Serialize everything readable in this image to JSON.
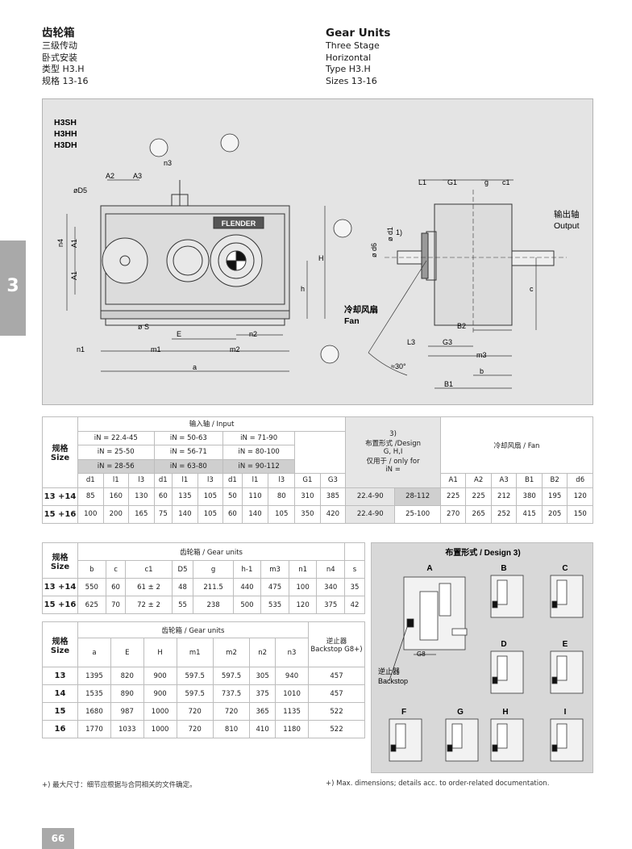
{
  "header": {
    "cn": {
      "title": "齿轮箱",
      "lines": [
        "三级传动",
        "卧式安装",
        "类型 H3.H",
        "规格 13-16"
      ]
    },
    "en": {
      "title": "Gear Units",
      "lines": [
        "Three Stage",
        "Horizontal",
        "Type H3.H",
        "Sizes 13-16"
      ]
    }
  },
  "chapter_tab": "3",
  "drawing": {
    "types": [
      "H3SH",
      "H3HH",
      "H3DH"
    ],
    "brand": "FLENDER",
    "labels": {
      "n3": "n3",
      "A2": "A2",
      "A3": "A3",
      "D5": "øD5",
      "n4": "n4",
      "A1a": "A1",
      "A1b": "A1",
      "S": "ø S",
      "E": "E",
      "n2": "n2",
      "n1": "n1",
      "m1": "m1",
      "m2": "m2",
      "a": "a",
      "H": "H",
      "h": "h",
      "L1": "L1",
      "G1": "G1",
      "g": "g",
      "c1": "c1",
      "d1": "ø d1",
      "d6": "ø d6",
      "fn1": "1)",
      "B2": "B2",
      "L3": "L3",
      "G3": "G3",
      "m3": "m3",
      "b": "b",
      "B1": "B1",
      "c": "c",
      "angle": "≈30°"
    },
    "output_cn": "输出轴",
    "output_en": "Output",
    "fan_cn": "冷却风扇",
    "fan_en": "Fan"
  },
  "table_main": {
    "size_cn": "规格",
    "size_en": "Size",
    "input_shaft": "输入轴 / Input",
    "ratio_rows": [
      [
        "iN = 22.4-45",
        "iN = 50-63",
        "iN = 71-90"
      ],
      [
        "iN = 25-50",
        "iN = 56-71",
        "iN = 80-100"
      ],
      [
        "iN = 28-56",
        "iN = 63-80",
        "iN = 90-112"
      ]
    ],
    "design_note": [
      "3)",
      "布置形式 /Design",
      "G, H,I",
      "仅用于 / only for",
      "iN ="
    ],
    "fan_header": "冷却风扇 / Fan",
    "columns": [
      "d1",
      "l1",
      "l3",
      "d1",
      "l1",
      "l3",
      "d1",
      "l1",
      "l3",
      "G1",
      "G3",
      "",
      "",
      "A1",
      "A2",
      "A3",
      "B1",
      "B2",
      "d6"
    ],
    "rows": [
      {
        "size": "13 +14",
        "values": [
          "85",
          "160",
          "130",
          "60",
          "135",
          "105",
          "50",
          "110",
          "80",
          "310",
          "385",
          "22.4-90",
          "28-112",
          "225",
          "225",
          "212",
          "380",
          "195",
          "120"
        ]
      },
      {
        "size": "15 +16",
        "values": [
          "100",
          "200",
          "165",
          "75",
          "140",
          "105",
          "60",
          "140",
          "105",
          "350",
          "420",
          "22.4-90",
          "25-100",
          "270",
          "265",
          "252",
          "415",
          "205",
          "150"
        ]
      }
    ]
  },
  "table_second": {
    "size_cn": "规格",
    "size_en": "Size",
    "header": "齿轮箱 / Gear units",
    "columns": [
      "b",
      "c",
      "c1",
      "D5",
      "g",
      "h-1",
      "m3",
      "n1",
      "n4",
      "s"
    ],
    "rows": [
      {
        "size": "13 +14",
        "values": [
          "550",
          "60",
          "61 ± 2",
          "48",
          "211.5",
          "440",
          "475",
          "100",
          "340",
          "35"
        ]
      },
      {
        "size": "15 +16",
        "values": [
          "625",
          "70",
          "72 ± 2",
          "55",
          "238",
          "500",
          "535",
          "120",
          "375",
          "42"
        ]
      }
    ]
  },
  "table_third": {
    "size_cn": "规格",
    "size_en": "Size",
    "header": "齿轮箱 / Gear units",
    "columns": [
      "a",
      "E",
      "H",
      "m1",
      "m2",
      "n2",
      "n3"
    ],
    "backstop_cn": "逆止器",
    "backstop_en": "Backstop G8+)",
    "rows": [
      {
        "size": "13",
        "values": [
          "1395",
          "820",
          "900",
          "597.5",
          "597.5",
          "305",
          "940",
          "457"
        ]
      },
      {
        "size": "14",
        "values": [
          "1535",
          "890",
          "900",
          "597.5",
          "737.5",
          "375",
          "1010",
          "457"
        ]
      },
      {
        "size": "15",
        "values": [
          "1680",
          "987",
          "1000",
          "720",
          "720",
          "365",
          "1135",
          "522"
        ]
      },
      {
        "size": "16",
        "values": [
          "1770",
          "1033",
          "1000",
          "720",
          "810",
          "410",
          "1180",
          "522"
        ]
      }
    ]
  },
  "design_panel": {
    "title": "布置形式 /  Design 3)",
    "letters": [
      "A",
      "B",
      "C",
      "D",
      "E",
      "F",
      "G",
      "H",
      "I"
    ],
    "g8": "G8",
    "backstop_cn": "逆止器",
    "backstop_en": "Backstop"
  },
  "footnotes": {
    "cn": "+) 最大尺寸：细节应根据与合同相关的文件确定。",
    "en": "+) Max. dimensions; details acc. to order-related documentation."
  },
  "page_number": "66"
}
